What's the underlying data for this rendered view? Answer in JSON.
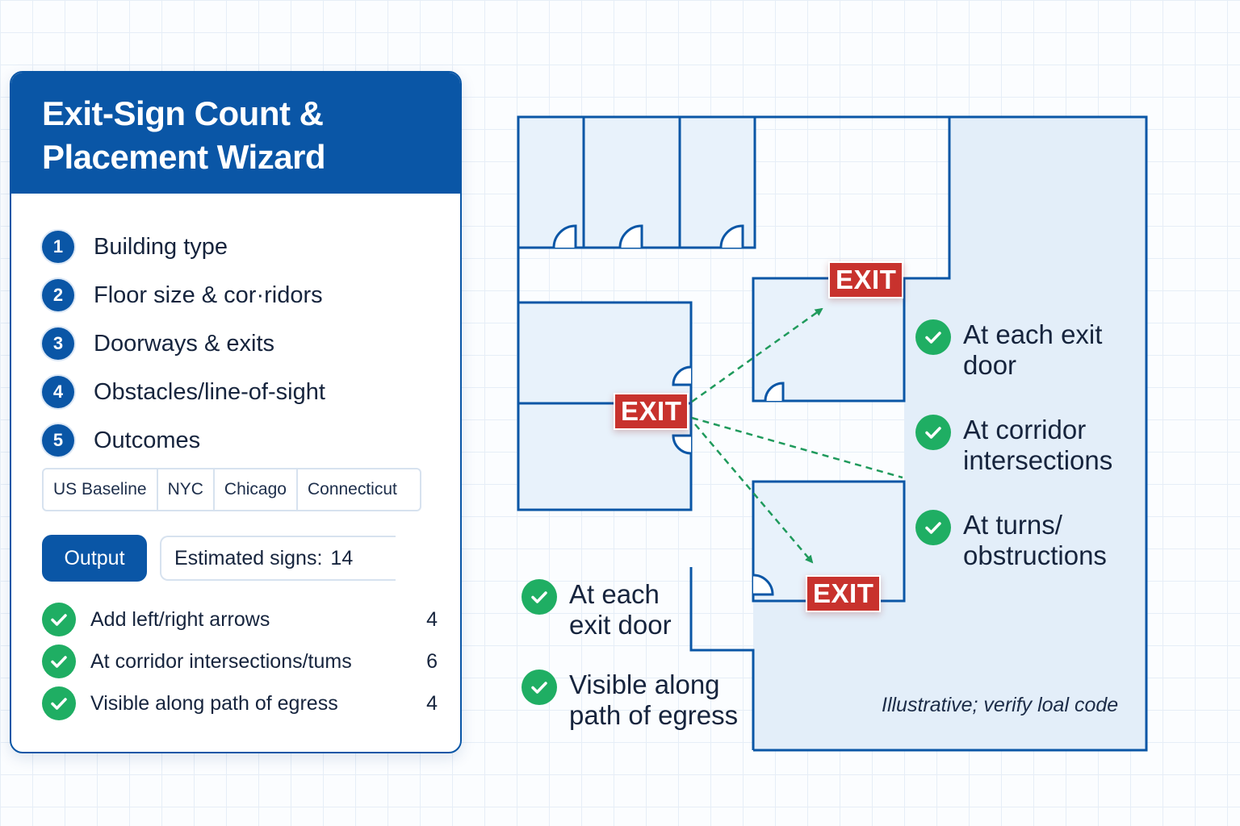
{
  "wizard": {
    "title": "Exit-Sign Count & Placement Wizard",
    "steps": [
      {
        "number": "1",
        "label": "Building type"
      },
      {
        "number": "2",
        "label": "Floor size & cor·ridors"
      },
      {
        "number": "3",
        "label": "Doorways & exits"
      },
      {
        "number": "4",
        "label": "Obstacles/line-of-sight"
      },
      {
        "number": "5",
        "label": "Outcomes"
      }
    ],
    "jurisdictions": [
      "US Baseline",
      "NYC",
      "Chicago",
      "Connecticut"
    ],
    "output_button": "Output",
    "estimate_label": "Estimated signs:",
    "estimate_value": "14",
    "results": [
      {
        "label": "Add left/right arrows",
        "count": "4"
      },
      {
        "label": "At corridor intersections/tums",
        "count": "6"
      },
      {
        "label": "Visible along path of egress",
        "count": "4"
      }
    ]
  },
  "floor_plan": {
    "exit_signs": [
      "EXIT",
      "EXIT",
      "EXIT"
    ],
    "tips_right": [
      "At each exit door",
      "At corridor intersections",
      "At turns/ obstructions"
    ],
    "tips_left": [
      "At each exit door",
      "Visible along path of egress"
    ],
    "disclaimer": "Illustrative; verify loal code"
  },
  "colors": {
    "brand_blue": "#0a56a6",
    "exit_red": "#c8322d",
    "check_green": "#1fae63",
    "room_fill": "#e8f2fb"
  },
  "icons": [
    "check-icon",
    "dashed-arrow"
  ]
}
